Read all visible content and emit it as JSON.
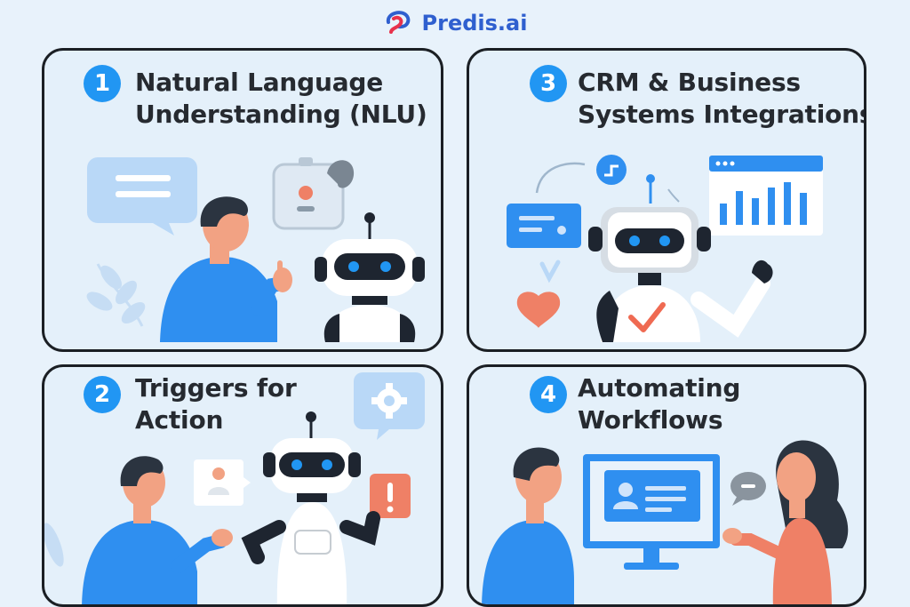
{
  "brand": {
    "name": "Predis.ai",
    "logo_icon": "predis-logo-icon",
    "colors": {
      "primary": "#2f5fcf",
      "accent": "#e8324c"
    }
  },
  "panels": [
    {
      "number": "1",
      "title_line1": "Natural Language",
      "title_line2": "Understanding (NLU)"
    },
    {
      "number": "2",
      "title_line1": "Triggers for",
      "title_line2": "Action"
    },
    {
      "number": "3",
      "title_line1": "CRM & Business",
      "title_line2": "Systems Integrations"
    },
    {
      "number": "4",
      "title_line1": "Automating",
      "title_line2": "Workflows"
    }
  ],
  "colors": {
    "badge": "#2196f3",
    "shirt": "#2f8ff0",
    "skin": "#f2a283",
    "hair": "#2b3440",
    "robot_body": "#ffffff",
    "robot_dark": "#1e2530",
    "accent_orange": "#ef8066",
    "light_blue": "#b9d8f7",
    "border": "#1b1f24",
    "background": "#e8f2fb"
  }
}
